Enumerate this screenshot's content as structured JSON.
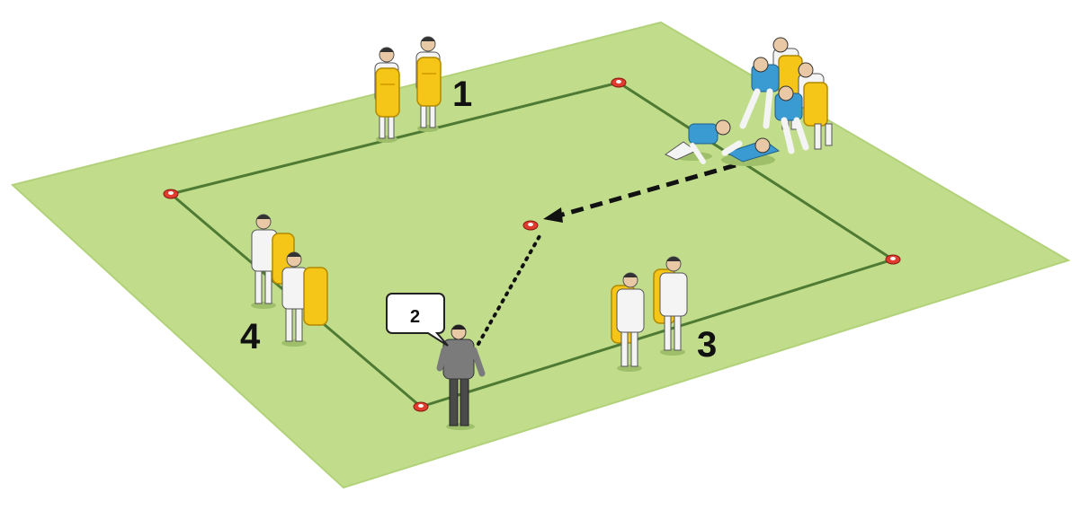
{
  "colors": {
    "pitch": "#c1dd8b",
    "pitch_edge": "#b2d27a",
    "boundary_line": "#4e7a33",
    "cone": "#e03b2e",
    "tackle_bag": "#f5c518",
    "tackle_bag_dark": "#d9a400",
    "kit_white": "#f4f4f4",
    "kit_blue": "#3a9bd3",
    "coach_shirt": "#7b7b7b",
    "coach_trousers": "#4a4a4a",
    "path": "#111111"
  },
  "labels": {
    "group_1": "1",
    "group_2": "2",
    "group_3": "3",
    "group_4": "4"
  },
  "icons": {
    "cone": "training-cone",
    "callout": "speech-bubble",
    "dotted_path": "pass-path",
    "dashed_path": "run-path"
  }
}
